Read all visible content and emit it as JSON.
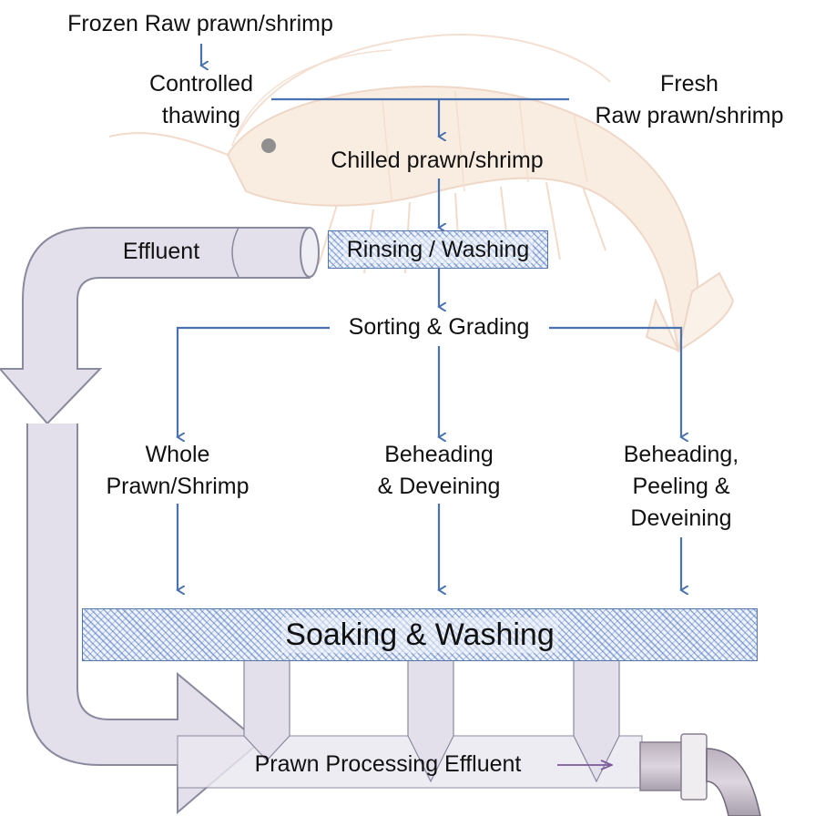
{
  "diagram": {
    "nodes": {
      "frozen_raw": "Frozen Raw prawn/shrimp",
      "controlled_thawing": [
        "Controlled",
        "thawing"
      ],
      "fresh_raw": [
        "Fresh",
        "Raw prawn/shrimp"
      ],
      "chilled": "Chilled prawn/shrimp",
      "rinsing": "Rinsing / Washing",
      "sorting": "Sorting & Grading",
      "whole": [
        "Whole",
        "Prawn/Shrimp"
      ],
      "beheading_deveining": [
        "Beheading",
        "& Deveining"
      ],
      "beheading_peeling": [
        "Beheading,",
        "Peeling &",
        "Deveining"
      ],
      "soaking": "Soaking & Washing",
      "effluent": "Effluent",
      "processing_effluent": "Prawn Processing Effluent"
    },
    "colors": {
      "arrow": "#4a72b0",
      "pipe_fill": "#e3e0ec",
      "pipe_stroke": "#8a8a9e",
      "hatch": "#5577aa",
      "shrimp_body": "#f4dcc4",
      "shrimp_outline": "#e0b090"
    },
    "icons": [
      "shrimp-illustration",
      "effluent-pipe",
      "drain-pipe"
    ]
  }
}
